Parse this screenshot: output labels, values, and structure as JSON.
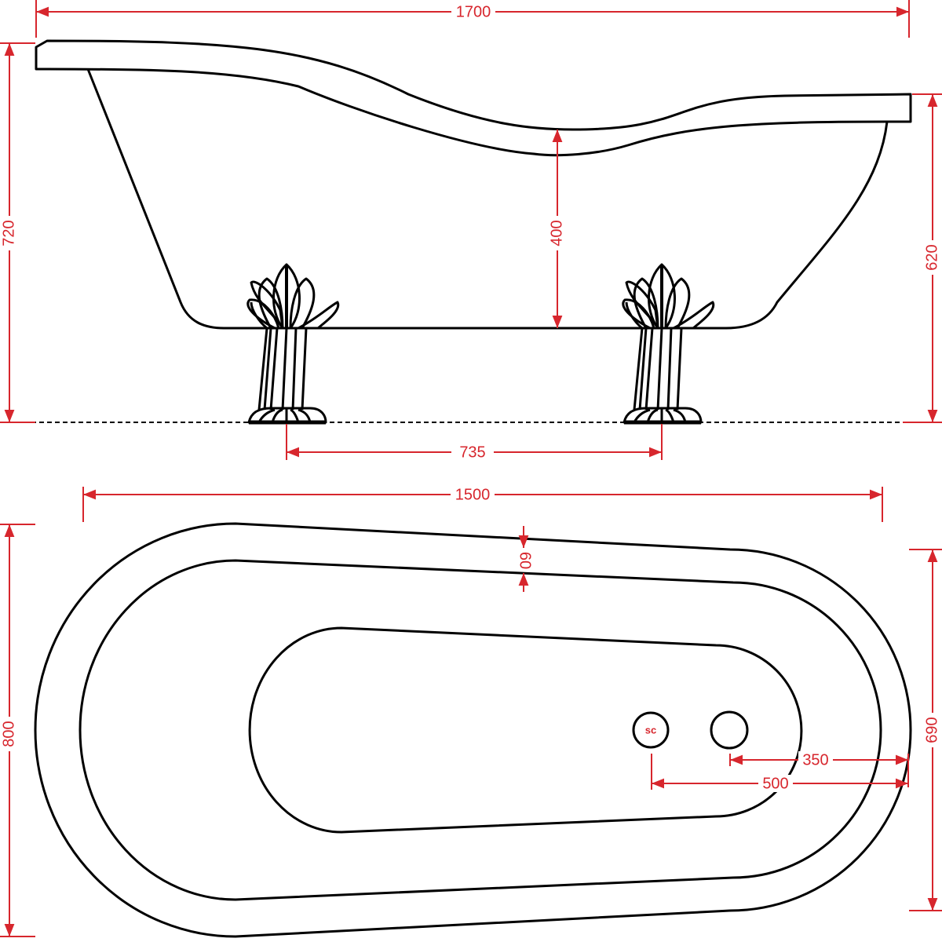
{
  "colors": {
    "dimension": "#d7262d",
    "outline": "#000000"
  },
  "side_view": {
    "length": "1700",
    "total_height": "720",
    "inner_depth": "400",
    "rim_height_right": "620",
    "leg_spacing": "735"
  },
  "top_view": {
    "length": "1500",
    "width": "800",
    "width_right": "690",
    "rim_width": "60",
    "drain_offset": "350",
    "overflow_offset": "500",
    "overflow_label": "sc"
  }
}
